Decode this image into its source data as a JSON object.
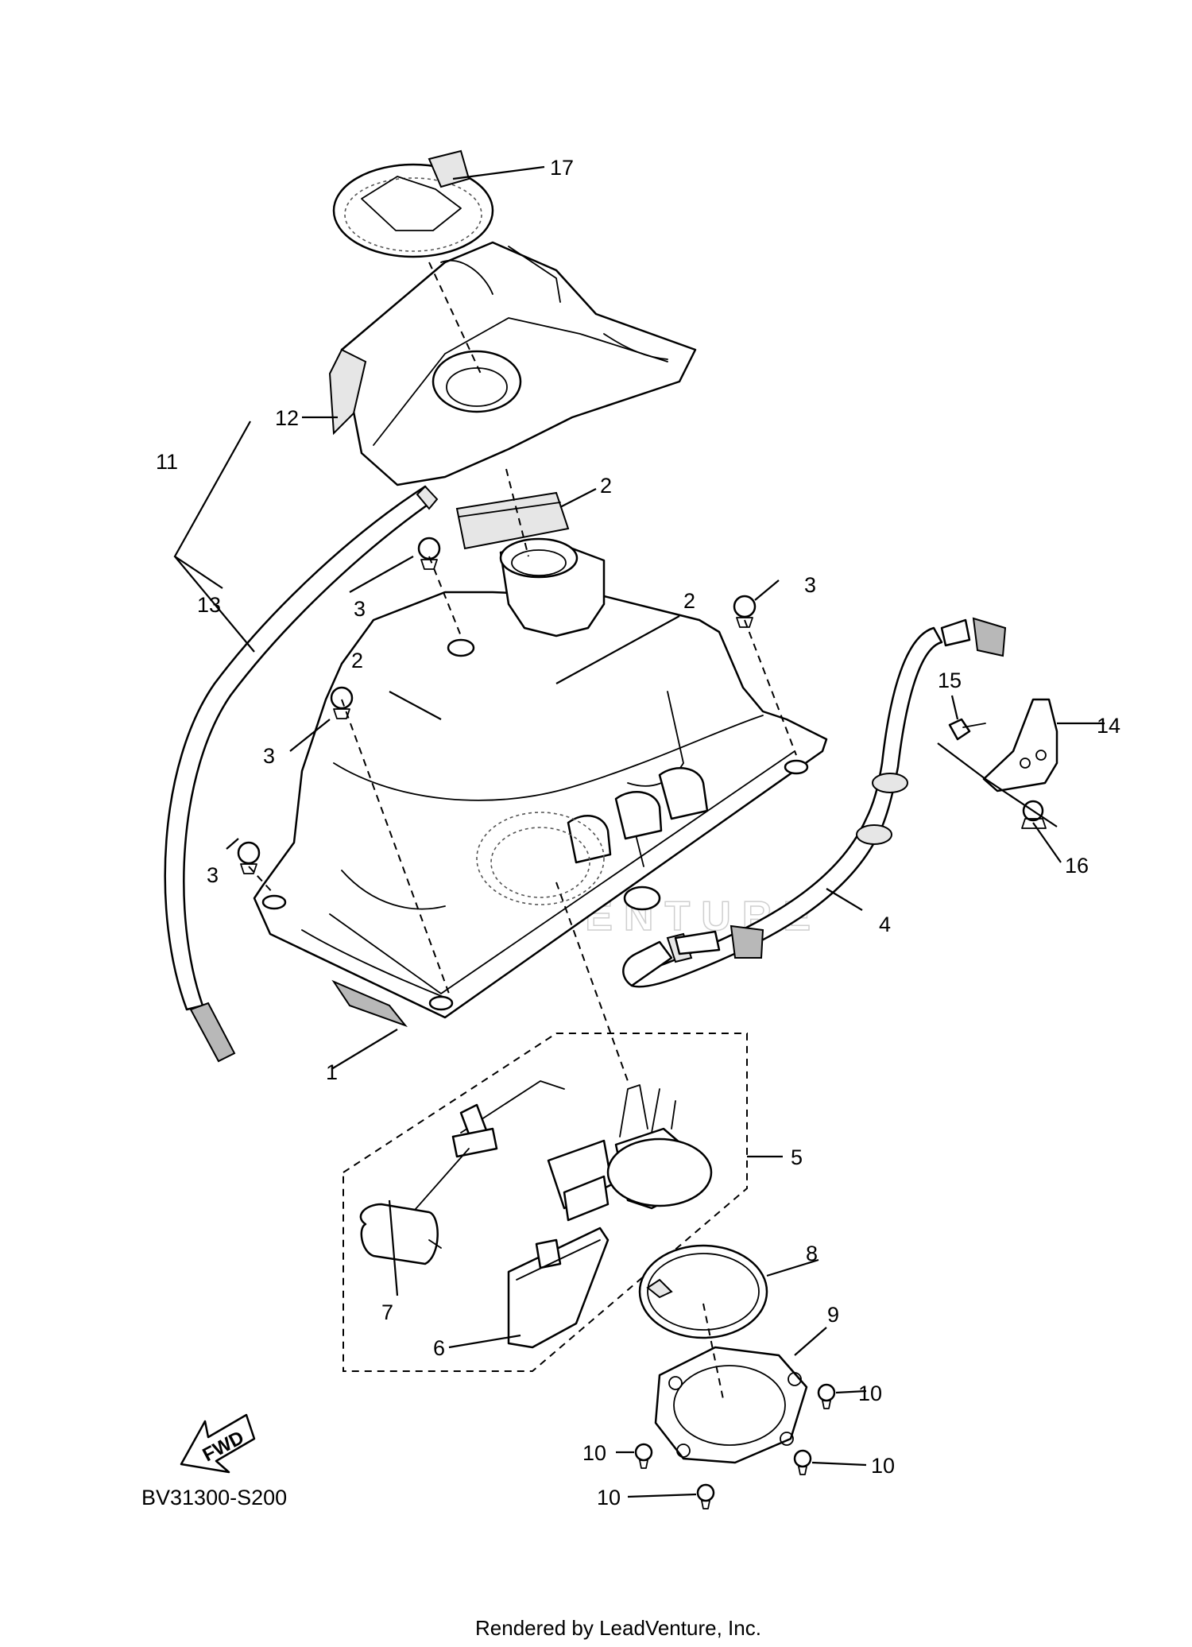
{
  "diagram_code": "BV31300-S200",
  "rendered_by": "Rendered by LeadVenture, Inc.",
  "watermark_text": "LEADVENTURE",
  "fwd_label": "FWD",
  "callouts": {
    "c1": "1",
    "c2a": "2",
    "c2b": "2",
    "c2c": "2",
    "c3a": "3",
    "c3b": "3",
    "c3c": "3",
    "c3d": "3",
    "c4": "4",
    "c5": "5",
    "c6": "6",
    "c7": "7",
    "c8": "8",
    "c9": "9",
    "c10a": "10",
    "c10b": "10",
    "c10c": "10",
    "c10d": "10",
    "c11": "11",
    "c12": "12",
    "c13": "13",
    "c14": "14",
    "c15": "15",
    "c16": "16",
    "c17": "17"
  }
}
